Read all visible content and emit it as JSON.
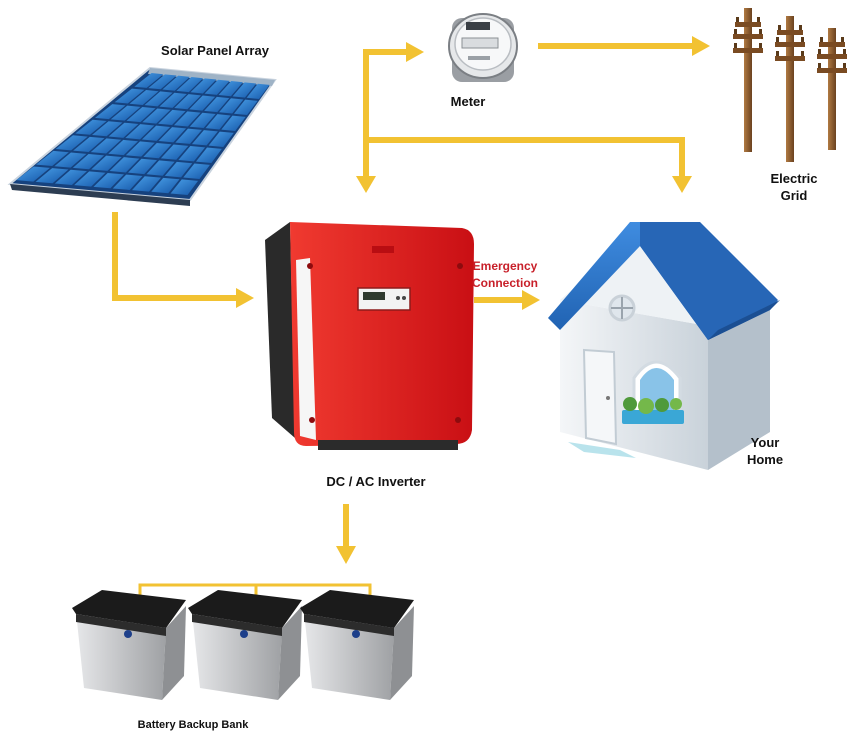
{
  "labels": {
    "solar": "Solar Panel Array",
    "meter": "Meter",
    "grid_line1": "Electric",
    "grid_line2": "Grid",
    "emergency_line1": "Emergency",
    "emergency_line2": "Connection",
    "home_line1": "Your",
    "home_line2": "Home",
    "inverter": "DC / AC Inverter",
    "battery": "Battery Backup Bank"
  },
  "colors": {
    "arrow": "#f2c232",
    "emergency_text": "#c8202a",
    "panel_blue": "#1f6fc0",
    "inverter_red": "#e8141b",
    "roof_blue": "#2a73c9",
    "house_wall": "#e9eef3",
    "battery_body": "#cfd0d2",
    "battery_top": "#1b1b1b",
    "pole_brown": "#8a5a2e"
  }
}
